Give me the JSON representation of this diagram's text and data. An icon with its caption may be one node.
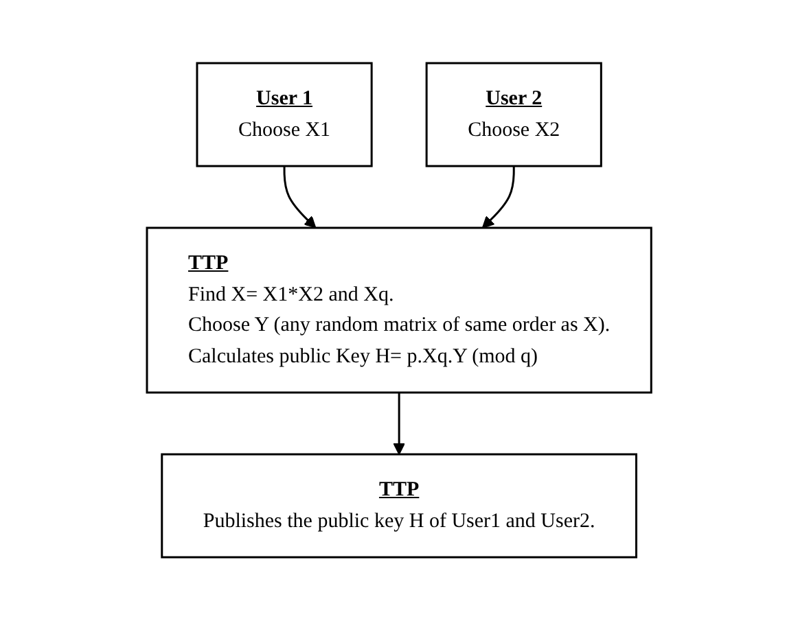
{
  "diagram": {
    "nodes": [
      {
        "text": [
          "User 1",
          "Choose X1"
        ]
      },
      {
        "text": [
          "User 2",
          "Choose X2"
        ]
      },
      {
        "text": [
          "TTP",
          "Find X= X1*X2 and Xq.",
          "Choose Y (any random matrix of same order as X).",
          "Calculates public Key H= p.Xq.Y (mod q)"
        ]
      },
      {
        "text": [
          "TTP",
          "Publishes the public key H of User1 and User2."
        ]
      }
    ],
    "edges": [
      {
        "from": 0,
        "to": 2,
        "arrow": "to"
      },
      {
        "from": 1,
        "to": 2,
        "arrow": "to"
      },
      {
        "from": 2,
        "to": 3,
        "arrow": "to"
      }
    ]
  }
}
